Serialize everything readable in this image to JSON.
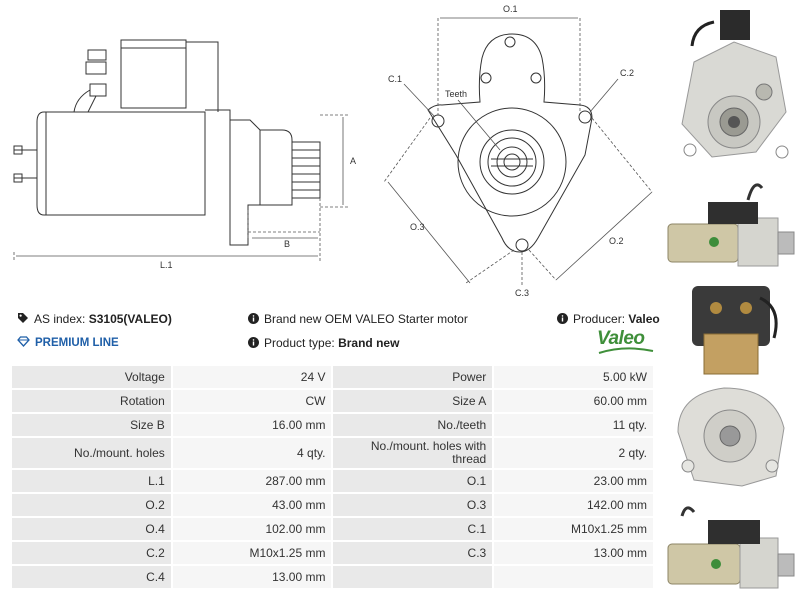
{
  "drawing": {
    "side_labels": {
      "a": "A",
      "b": "B",
      "l1": "L.1"
    },
    "front_labels": {
      "o1": "O.1",
      "o2": "O.2",
      "o3": "O.3",
      "c1": "C.1",
      "c2": "C.2",
      "c3": "C.3",
      "teeth": "Teeth"
    }
  },
  "info": {
    "as_index_label": "AS index:",
    "as_index_value": "S3105(VALEO)",
    "premium_line": "PREMIUM LINE",
    "description": "Brand new OEM VALEO Starter motor",
    "product_type_label": "Product type:",
    "product_type_value": "Brand new",
    "producer_label": "Producer:",
    "producer_value": "Valeo",
    "logo_text": "Valeo"
  },
  "specs": {
    "rows": [
      {
        "l1": "Voltage",
        "v1": "24 V",
        "l2": "Power",
        "v2": "5.00 kW"
      },
      {
        "l1": "Rotation",
        "v1": "CW",
        "l2": "Size A",
        "v2": "60.00 mm"
      },
      {
        "l1": "Size B",
        "v1": "16.00 mm",
        "l2": "No./teeth",
        "v2": "11 qty."
      },
      {
        "l1": "No./mount. holes",
        "v1": "4 qty.",
        "l2": "No./mount. holes with thread",
        "v2": "2 qty."
      },
      {
        "l1": "L.1",
        "v1": "287.00 mm",
        "l2": "O.1",
        "v2": "23.00 mm"
      },
      {
        "l1": "O.2",
        "v1": "43.00 mm",
        "l2": "O.3",
        "v2": "142.00 mm"
      },
      {
        "l1": "O.4",
        "v1": "102.00 mm",
        "l2": "C.1",
        "v2": "M10x1.25 mm"
      },
      {
        "l1": "C.2",
        "v1": "M10x1.25 mm",
        "l2": "C.3",
        "v2": "13.00 mm"
      },
      {
        "l1": "C.4",
        "v1": "13.00 mm",
        "l2": "",
        "v2": ""
      }
    ]
  },
  "icons": [
    "tag-icon",
    "diamond-icon",
    "info-icon",
    "leaf-logo"
  ],
  "colors": {
    "premium": "#1f5fa8",
    "brand_green": "#3f8f3a",
    "label_bg": "#e9e9e9",
    "value_bg": "#f6f6f6"
  }
}
